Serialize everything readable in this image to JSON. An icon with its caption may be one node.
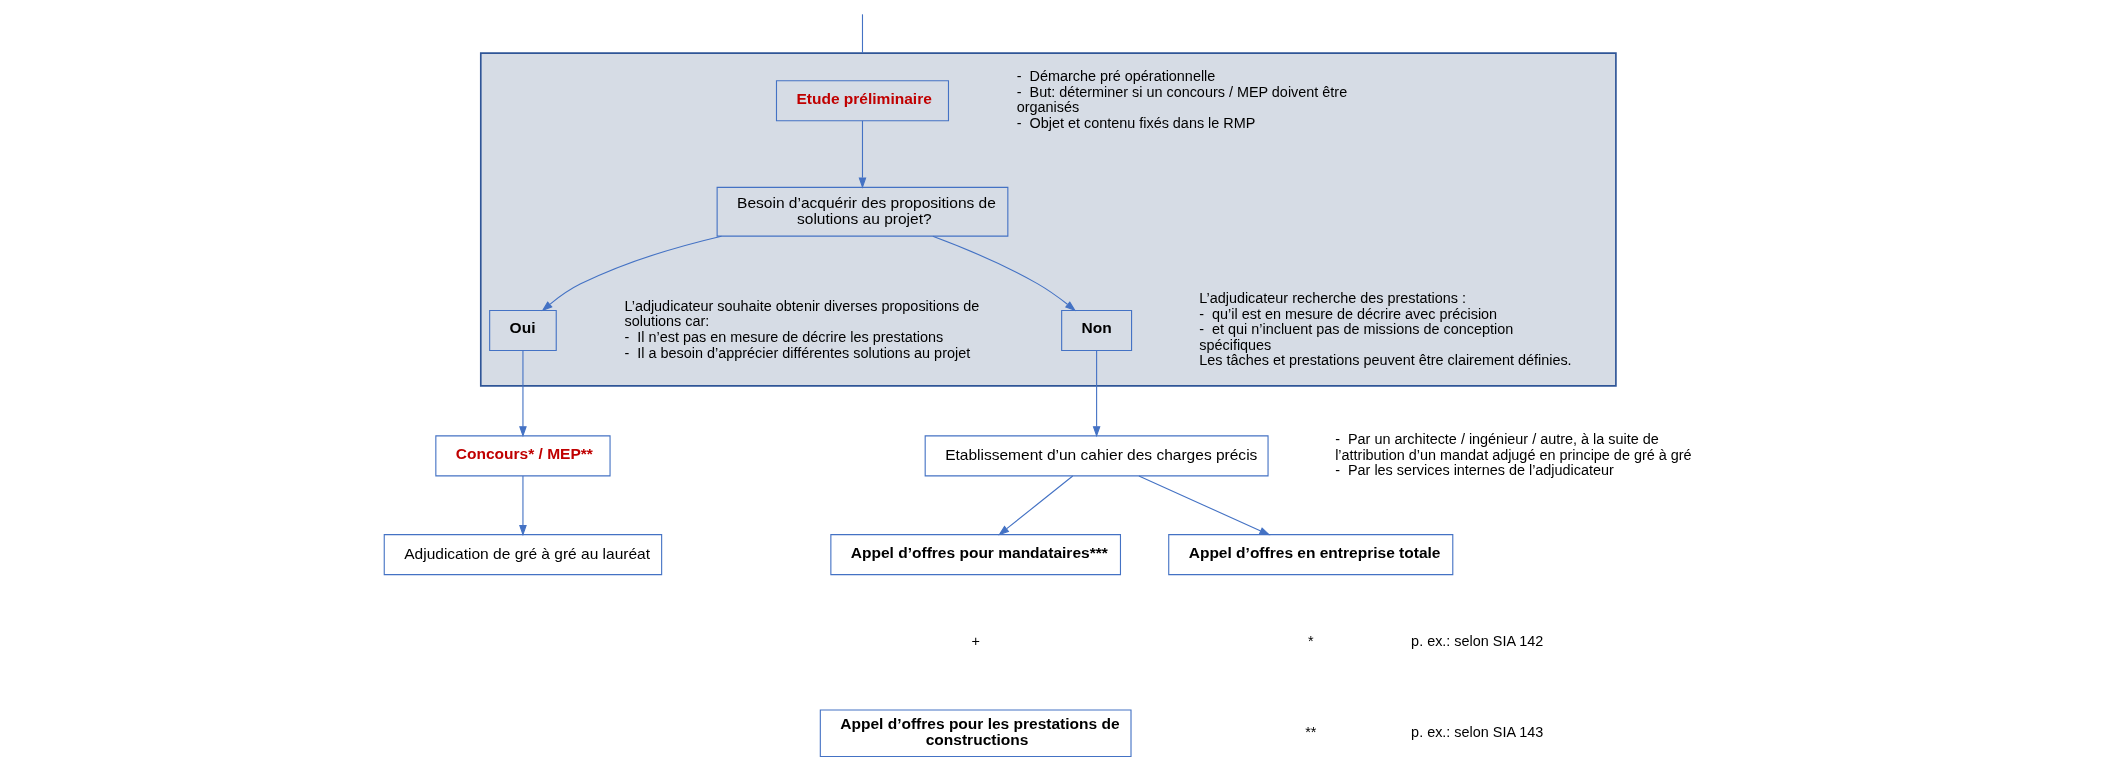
{
  "diagram": {
    "nodes": [
      {
        "text": [],
        "shape": "box"
      },
      {
        "text": [
          "Etude préliminaire"
        ],
        "in": 0,
        "beside": [
          "-  Démarche pré opérationnelle",
          "-  But: déterminer si un concours / MEP doivent être organisés",
          "-  Objet et contenu fixés dans le RMP"
        ]
      },
      {
        "text": [
          "Besoin d’acquérir des propositions de solutions au projet?"
        ],
        "in": 0
      },
      {
        "text": [
          "Oui"
        ],
        "in": 0,
        "beside": [
          "L’adjudicateur souhaite obtenir diverses propositions de solutions car:",
          "-  Il n’est pas en mesure de décrire les prestations",
          "-  Il a besoin d’apprécier différentes solutions au projet"
        ]
      },
      {
        "text": [
          "Non"
        ],
        "in": 0,
        "beside": [
          "L’adjudicateur recherche des prestations :",
          "-  qu’il est en mesure de décrire avec précision",
          "-  et qui n’incluent pas de missions de conception spécifiques",
          "Les tâches et prestations peuvent être clairement définies."
        ]
      },
      {
        "text": [
          "Concours* / MEP**"
        ]
      },
      {
        "text": [
          "Etablissement d’un cahier des charges précis"
        ],
        "beside": [
          "-  Par un architecte / ingénieur / autre, à la suite de l’attribution d’un mandat adjugé en principe de gré à gré",
          "-  Par les services internes de l’adjudicateur"
        ]
      },
      {
        "text": [
          "Adjudication de gré à gré au lauréat"
        ]
      },
      {
        "text": [
          "Appel d’offres pour mandataires***"
        ]
      },
      {
        "text": [
          "Appel d’offres en entreprise totale"
        ]
      },
      {
        "text": [
          "Appel d’offres pour les prestations de constructions"
        ]
      }
    ],
    "edges": [
      {
        "from": null,
        "to": 0,
        "arrow": "none"
      },
      {
        "from": 1,
        "to": 2,
        "arrow": "to"
      },
      {
        "from": 2,
        "to": 3,
        "arrow": "to"
      },
      {
        "from": 2,
        "to": 4,
        "arrow": "to"
      },
      {
        "from": 3,
        "to": 5,
        "arrow": "to"
      },
      {
        "from": 4,
        "to": 6,
        "arrow": "to"
      },
      {
        "from": 5,
        "to": 7,
        "arrow": "to"
      },
      {
        "from": 6,
        "to": 8,
        "arrow": "to"
      },
      {
        "from": 6,
        "to": 9,
        "arrow": "to"
      }
    ],
    "labels": [
      "+",
      "*",
      "p. ex.: selon SIA 142",
      "**",
      "p. ex.: selon SIA 143"
    ]
  }
}
